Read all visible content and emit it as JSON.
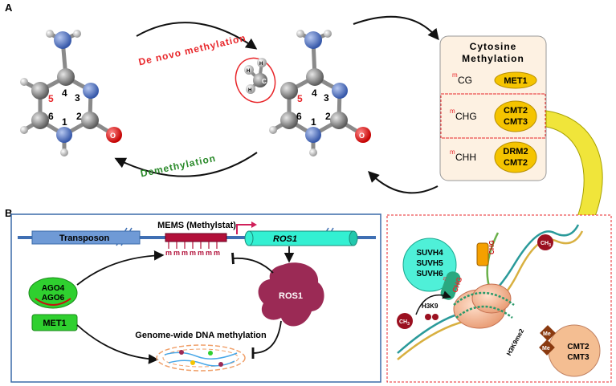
{
  "panels": {
    "a_label": "A",
    "b_label": "B"
  },
  "panel_a": {
    "arrow_top_label": "De novo methylation",
    "arrow_bottom_label": "Demethylation",
    "atom_numbers": {
      "n1": "1",
      "n2": "2",
      "n3": "3",
      "n4": "4",
      "n5": "5",
      "n6": "6"
    },
    "atom_labels": {
      "oxygen": "O",
      "carbon": "C",
      "hydrogen": "H"
    },
    "cytosine_box": {
      "title_line1": "Cytosine",
      "title_line2": "Methylation",
      "rows": [
        {
          "context_sup": "m",
          "context": "CG",
          "enzymes": [
            "MET1"
          ]
        },
        {
          "context_sup": "m",
          "context": "CHG",
          "enzymes": [
            "CMT2",
            "CMT3"
          ]
        },
        {
          "context_sup": "m",
          "context": "CHH",
          "enzymes": [
            "DRM2",
            "CMT2"
          ]
        }
      ]
    }
  },
  "panel_b": {
    "transposon": "Transposon",
    "mems": "MEMS (Methylstat)",
    "m_marks": [
      "m",
      "m",
      "m",
      "m",
      "m",
      "m",
      "m"
    ],
    "ros1_gene": "ROS1",
    "ros1_protein": "ROS1",
    "ago_line1": "AGO4",
    "ago_line2": "AGO6",
    "met1": "MET1",
    "genome_wide": "Genome-wide DNA methylation"
  },
  "panel_c": {
    "suvh_lines": [
      "SUVH4",
      "SUVH5",
      "SUVH6"
    ],
    "mchg_sup": "m",
    "mchg": "CHG",
    "chg_tag": "CHG",
    "ch3_label": "CH",
    "ch3_sub": "3",
    "h3k9": "H3K9",
    "h3k9me2": "H3K9me2",
    "me": "Me",
    "cmt_lines": [
      "CMT2",
      "CMT3"
    ]
  },
  "colors": {
    "red_label": "#e8262a",
    "green_label": "#2a8a2a",
    "enzyme_fill": "#f5c400",
    "dna_blue": "#3f6fb3",
    "maroon": "#9b2a55",
    "green_box": "#2fd02f",
    "cyan_gene": "#33f0d2"
  }
}
